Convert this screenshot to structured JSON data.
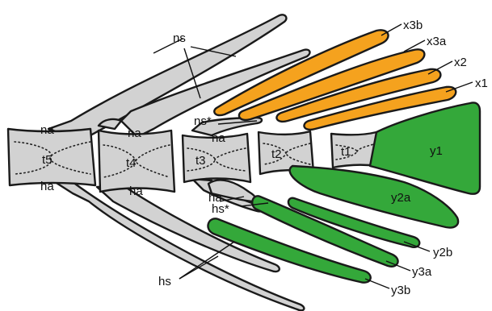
{
  "colors": {
    "bone": "#d2d2d2",
    "outline": "#1a1a1a",
    "orange_elements": "#f5a21e",
    "green_elements": "#34a83a"
  },
  "labels": {
    "x3b": "x3b",
    "x3a": "x3a",
    "x2": "x2",
    "x1": "x1",
    "ns": "ns",
    "ns_star": "ns*",
    "na_t5": "na",
    "na_t4": "na",
    "na_t3": "na",
    "t5": "t5",
    "t4": "t4",
    "t3": "t3",
    "t2": "t2",
    "t1": "t1",
    "y1": "y1",
    "ha_t5": "ha",
    "ha_t4": "ha",
    "ha_t3": "ha",
    "hs_star": "hs*",
    "y2a": "y2a",
    "y2b": "y2b",
    "y3a": "y3a",
    "y3b": "y3b",
    "hs": "hs"
  }
}
